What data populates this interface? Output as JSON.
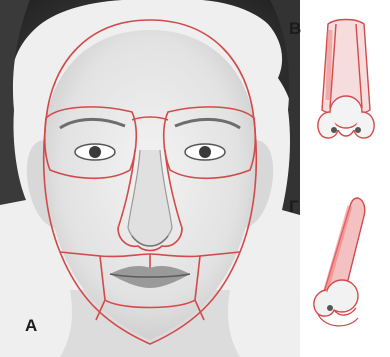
{
  "figure": {
    "labels": {
      "a": "А",
      "b": "В",
      "g": "Г"
    },
    "colors": {
      "outline": "#d24a4a",
      "hair": "#2b2b2b",
      "skin": "#e9e9e9",
      "nose_fill": "#f2c3c3"
    }
  }
}
